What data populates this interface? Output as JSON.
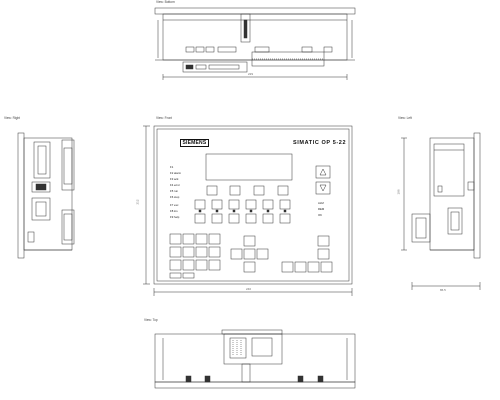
{
  "views": {
    "bottom": "View: Bottom",
    "right": "View: Right",
    "front": "View: Front",
    "left": "View: Left",
    "top": "View: Top"
  },
  "front": {
    "brand": "SIEMENS",
    "model": "SIMATIC OP 5-22"
  },
  "dims": {
    "bottom_width": "229",
    "front_width": "240",
    "front_height": "212",
    "left_height": "196",
    "left_depth": "86.5"
  },
  "leds": {
    "left": [
      "F1",
      "F2 alarm",
      "F3 ack",
      "F4 error",
      "F5 run",
      "F6 stop"
    ],
    "lower_left": [
      "F7 esc",
      "F8 ins",
      "F9 help"
    ],
    "right": [
      "ALM",
      "REM",
      "OK"
    ]
  }
}
